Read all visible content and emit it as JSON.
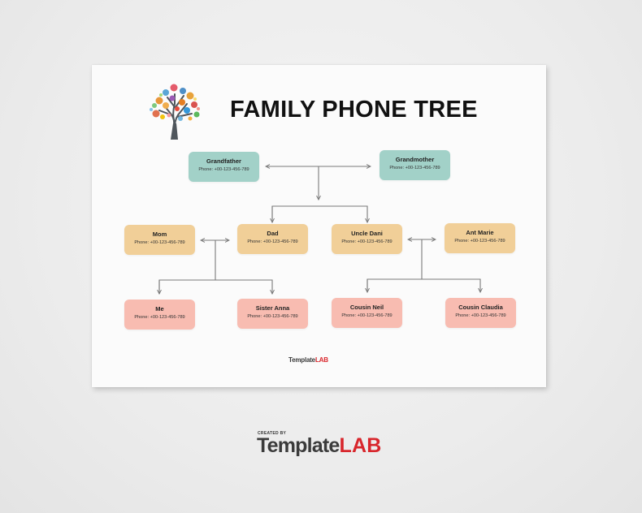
{
  "document": {
    "title": "FAMILY PHONE TREE",
    "tree_icon": "family-tree-icon",
    "colors": {
      "grandparents": "#a2d1c8",
      "parents": "#f1cf98",
      "children": "#f8bcb1",
      "connector": "#7a7a7a",
      "brand_red": "#d8262c"
    },
    "generations": {
      "grandparents": [
        {
          "name": "Grandfather",
          "phone": "Phone: +00-123-456-789"
        },
        {
          "name": "Grandmother",
          "phone": "Phone: +00-123-456-789"
        }
      ],
      "parents": [
        {
          "name": "Mom",
          "phone": "Phone: +00-123-456-789"
        },
        {
          "name": "Dad",
          "phone": "Phone: +00-123-456-789"
        },
        {
          "name": "Uncle Dani",
          "phone": "Phone: +00-123-456-789"
        },
        {
          "name": "Ant Marie",
          "phone": "Phone: +00-123-456-789"
        }
      ],
      "children": [
        {
          "name": "Me",
          "phone": "Phone: +00-123-456-789"
        },
        {
          "name": "Sister Anna",
          "phone": "Phone: +00-123-456-789"
        },
        {
          "name": "Cousin Neil",
          "phone": "Phone: +00-123-456-789"
        },
        {
          "name": "Cousin Claudia",
          "phone": "Phone: +00-123-456-789"
        }
      ]
    },
    "footer_logo": {
      "part1": "Template",
      "part2": "LAB"
    }
  },
  "brand": {
    "created_by": "CREATED BY",
    "part1": "Template",
    "part2": "LAB"
  }
}
